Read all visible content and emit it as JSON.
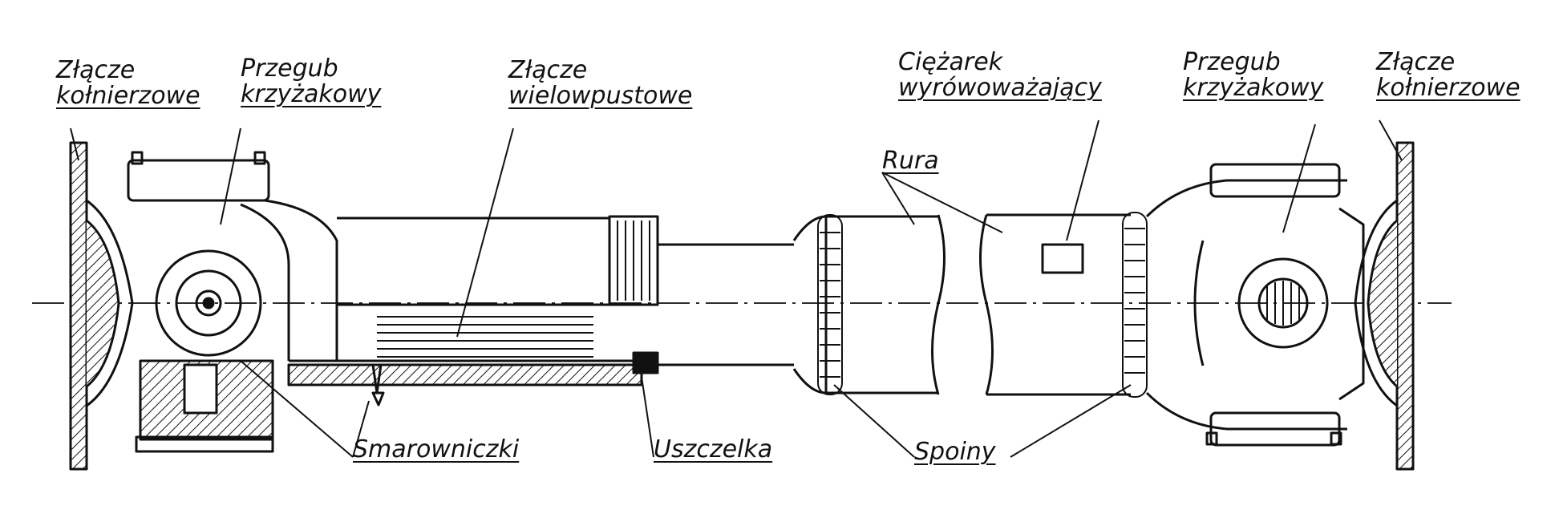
{
  "labels": {
    "flange_left": [
      "Złącze",
      "kołnierzowe"
    ],
    "ujoint_left": [
      "Przegub",
      "krzyżakowy"
    ],
    "spline_joint": [
      "Złącze",
      "wielowpustowe"
    ],
    "balance_weight": [
      "Ciężarek",
      "wyrówoważający"
    ],
    "ujoint_right": [
      "Przegub",
      "krzyżakowy"
    ],
    "flange_right": [
      "Złącze",
      "kołnierzowe"
    ],
    "tube": "Rura",
    "grease_nipples": "Smarowniczki",
    "seal": "Uszczelka",
    "welds": "Spoiny"
  },
  "colors": {
    "ink": "#111111",
    "paper": "#ffffff"
  }
}
